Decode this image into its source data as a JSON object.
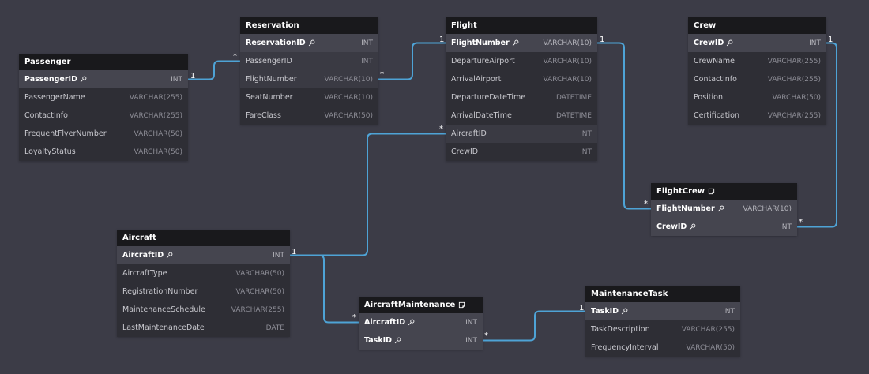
{
  "colors": {
    "link": "#4ea3d6",
    "background": "#3c3c47",
    "header": "#19191c"
  },
  "tables": {
    "reservation": {
      "name": "Reservation",
      "fields": [
        {
          "name": "ReservationID",
          "type": "INT",
          "key": true
        },
        {
          "name": "PassengerID",
          "type": "INT"
        },
        {
          "name": "FlightNumber",
          "type": "VARCHAR(10)"
        },
        {
          "name": "SeatNumber",
          "type": "VARCHAR(10)"
        },
        {
          "name": "FareClass",
          "type": "VARCHAR(50)"
        }
      ]
    },
    "flight": {
      "name": "Flight",
      "fields": [
        {
          "name": "FlightNumber",
          "type": "VARCHAR(10)",
          "key": true
        },
        {
          "name": "DepartureAirport",
          "type": "VARCHAR(10)"
        },
        {
          "name": "ArrivalAirport",
          "type": "VARCHAR(10)"
        },
        {
          "name": "DepartureDateTime",
          "type": "DATETIME"
        },
        {
          "name": "ArrivalDateTime",
          "type": "DATETIME"
        },
        {
          "name": "AircraftID",
          "type": "INT"
        },
        {
          "name": "CrewID",
          "type": "INT"
        }
      ]
    },
    "crew": {
      "name": "Crew",
      "fields": [
        {
          "name": "CrewID",
          "type": "INT",
          "key": true
        },
        {
          "name": "CrewName",
          "type": "VARCHAR(255)"
        },
        {
          "name": "ContactInfo",
          "type": "VARCHAR(255)"
        },
        {
          "name": "Position",
          "type": "VARCHAR(50)"
        },
        {
          "name": "Certification",
          "type": "VARCHAR(255)"
        }
      ]
    },
    "passenger": {
      "name": "Passenger",
      "fields": [
        {
          "name": "PassengerID",
          "type": "INT",
          "key": true
        },
        {
          "name": "PassengerName",
          "type": "VARCHAR(255)"
        },
        {
          "name": "ContactInfo",
          "type": "VARCHAR(255)"
        },
        {
          "name": "FrequentFlyerNumber",
          "type": "VARCHAR(50)"
        },
        {
          "name": "LoyaltyStatus",
          "type": "VARCHAR(50)"
        }
      ]
    },
    "flightcrew": {
      "name": "FlightCrew",
      "fields": [
        {
          "name": "FlightNumber",
          "type": "VARCHAR(10)",
          "key": true
        },
        {
          "name": "CrewID",
          "type": "INT",
          "key": true
        }
      ]
    },
    "aircraft": {
      "name": "Aircraft",
      "fields": [
        {
          "name": "AircraftID",
          "type": "INT",
          "key": true
        },
        {
          "name": "AircraftType",
          "type": "VARCHAR(50)"
        },
        {
          "name": "RegistrationNumber",
          "type": "VARCHAR(50)"
        },
        {
          "name": "MaintenanceSchedule",
          "type": "VARCHAR(255)"
        },
        {
          "name": "LastMaintenanceDate",
          "type": "DATE"
        }
      ]
    },
    "aircraftmaintenance": {
      "name": "AircraftMaintenance",
      "fields": [
        {
          "name": "AircraftID",
          "type": "INT",
          "key": true
        },
        {
          "name": "TaskID",
          "type": "INT",
          "key": true
        }
      ]
    },
    "maintenancetask": {
      "name": "MaintenanceTask",
      "fields": [
        {
          "name": "TaskID",
          "type": "INT",
          "key": true
        },
        {
          "name": "TaskDescription",
          "type": "VARCHAR(255)"
        },
        {
          "name": "FrequencyInterval",
          "type": "VARCHAR(50)"
        }
      ]
    }
  },
  "relationships": [
    {
      "from": "passenger.PassengerID",
      "to": "reservation.PassengerID",
      "from_card": "1",
      "to_card": "*"
    },
    {
      "from": "flight.FlightNumber",
      "to": "reservation.FlightNumber",
      "from_card": "1",
      "to_card": "*"
    },
    {
      "from": "aircraft.AircraftID",
      "to": "flight.AircraftID",
      "from_card": "1",
      "to_card": "*"
    },
    {
      "from": "flight.FlightNumber",
      "to": "flightcrew.FlightNumber",
      "from_card": "1",
      "to_card": "*"
    },
    {
      "from": "crew.CrewID",
      "to": "flightcrew.CrewID",
      "from_card": "1",
      "to_card": "*"
    },
    {
      "from": "aircraft.AircraftID",
      "to": "aircraftmaintenance.AircraftID",
      "from_card": "1",
      "to_card": "*"
    },
    {
      "from": "maintenancetask.TaskID",
      "to": "aircraftmaintenance.TaskID",
      "from_card": "1",
      "to_card": "*"
    }
  ]
}
